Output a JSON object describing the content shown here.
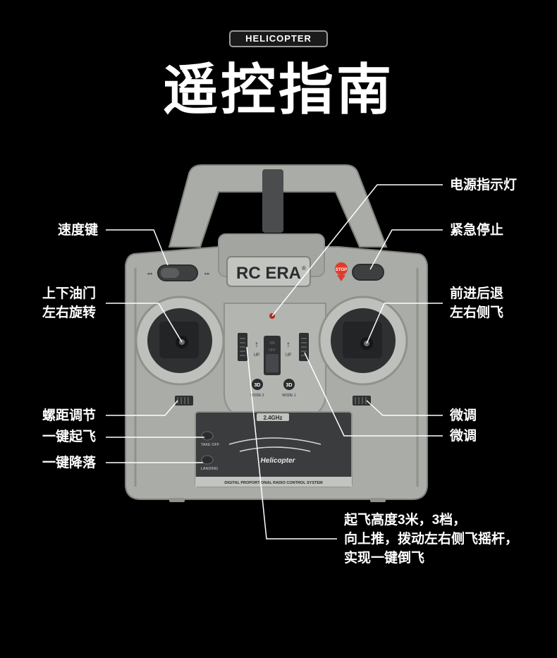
{
  "header": {
    "badge": "HELICOPTER",
    "title": "遥控指南"
  },
  "device": {
    "brand": "RC ERA",
    "registered_mark": "®",
    "stop_label": "STOP",
    "takeoff_label": "TAKE OFF",
    "landing_label": "LANDING",
    "frequency": "2.4GHz",
    "panel_logo": "Helicopter",
    "panel_footer": "DIGITAL PROPORTIONAL RADIO CONTROL SYSTEM",
    "trim_up_label": "UP",
    "mode2_label": "MODE 2",
    "mode1_label": "MODE 1",
    "mode_badge": "3D",
    "switch_on": "ON",
    "switch_off": "OFF"
  },
  "callouts": {
    "power_indicator": "电源指示灯",
    "speed_key": "速度键",
    "emergency_stop": "紧急停止",
    "left_stick_line1": "上下油门",
    "left_stick_line2": "左右旋转",
    "right_stick_line1": "前进后退",
    "right_stick_line2": "左右侧飞",
    "pitch_trim": "螺距调节",
    "one_key_takeoff": "一键起飞",
    "one_key_landing": "一键降落",
    "trim_right_1": "微调",
    "trim_right_2": "微调",
    "flip_line1": "起飞高度3米，3档，",
    "flip_line2": "向上推，拨动左右侧飞摇杆，",
    "flip_line3": "实现一键倒飞"
  },
  "colors": {
    "background": "#000000",
    "body": "#a9aca7",
    "body_dark": "#8e918c",
    "panel": "#3b3c3e",
    "stop": "#e23b2a",
    "led": "#b02a20"
  }
}
